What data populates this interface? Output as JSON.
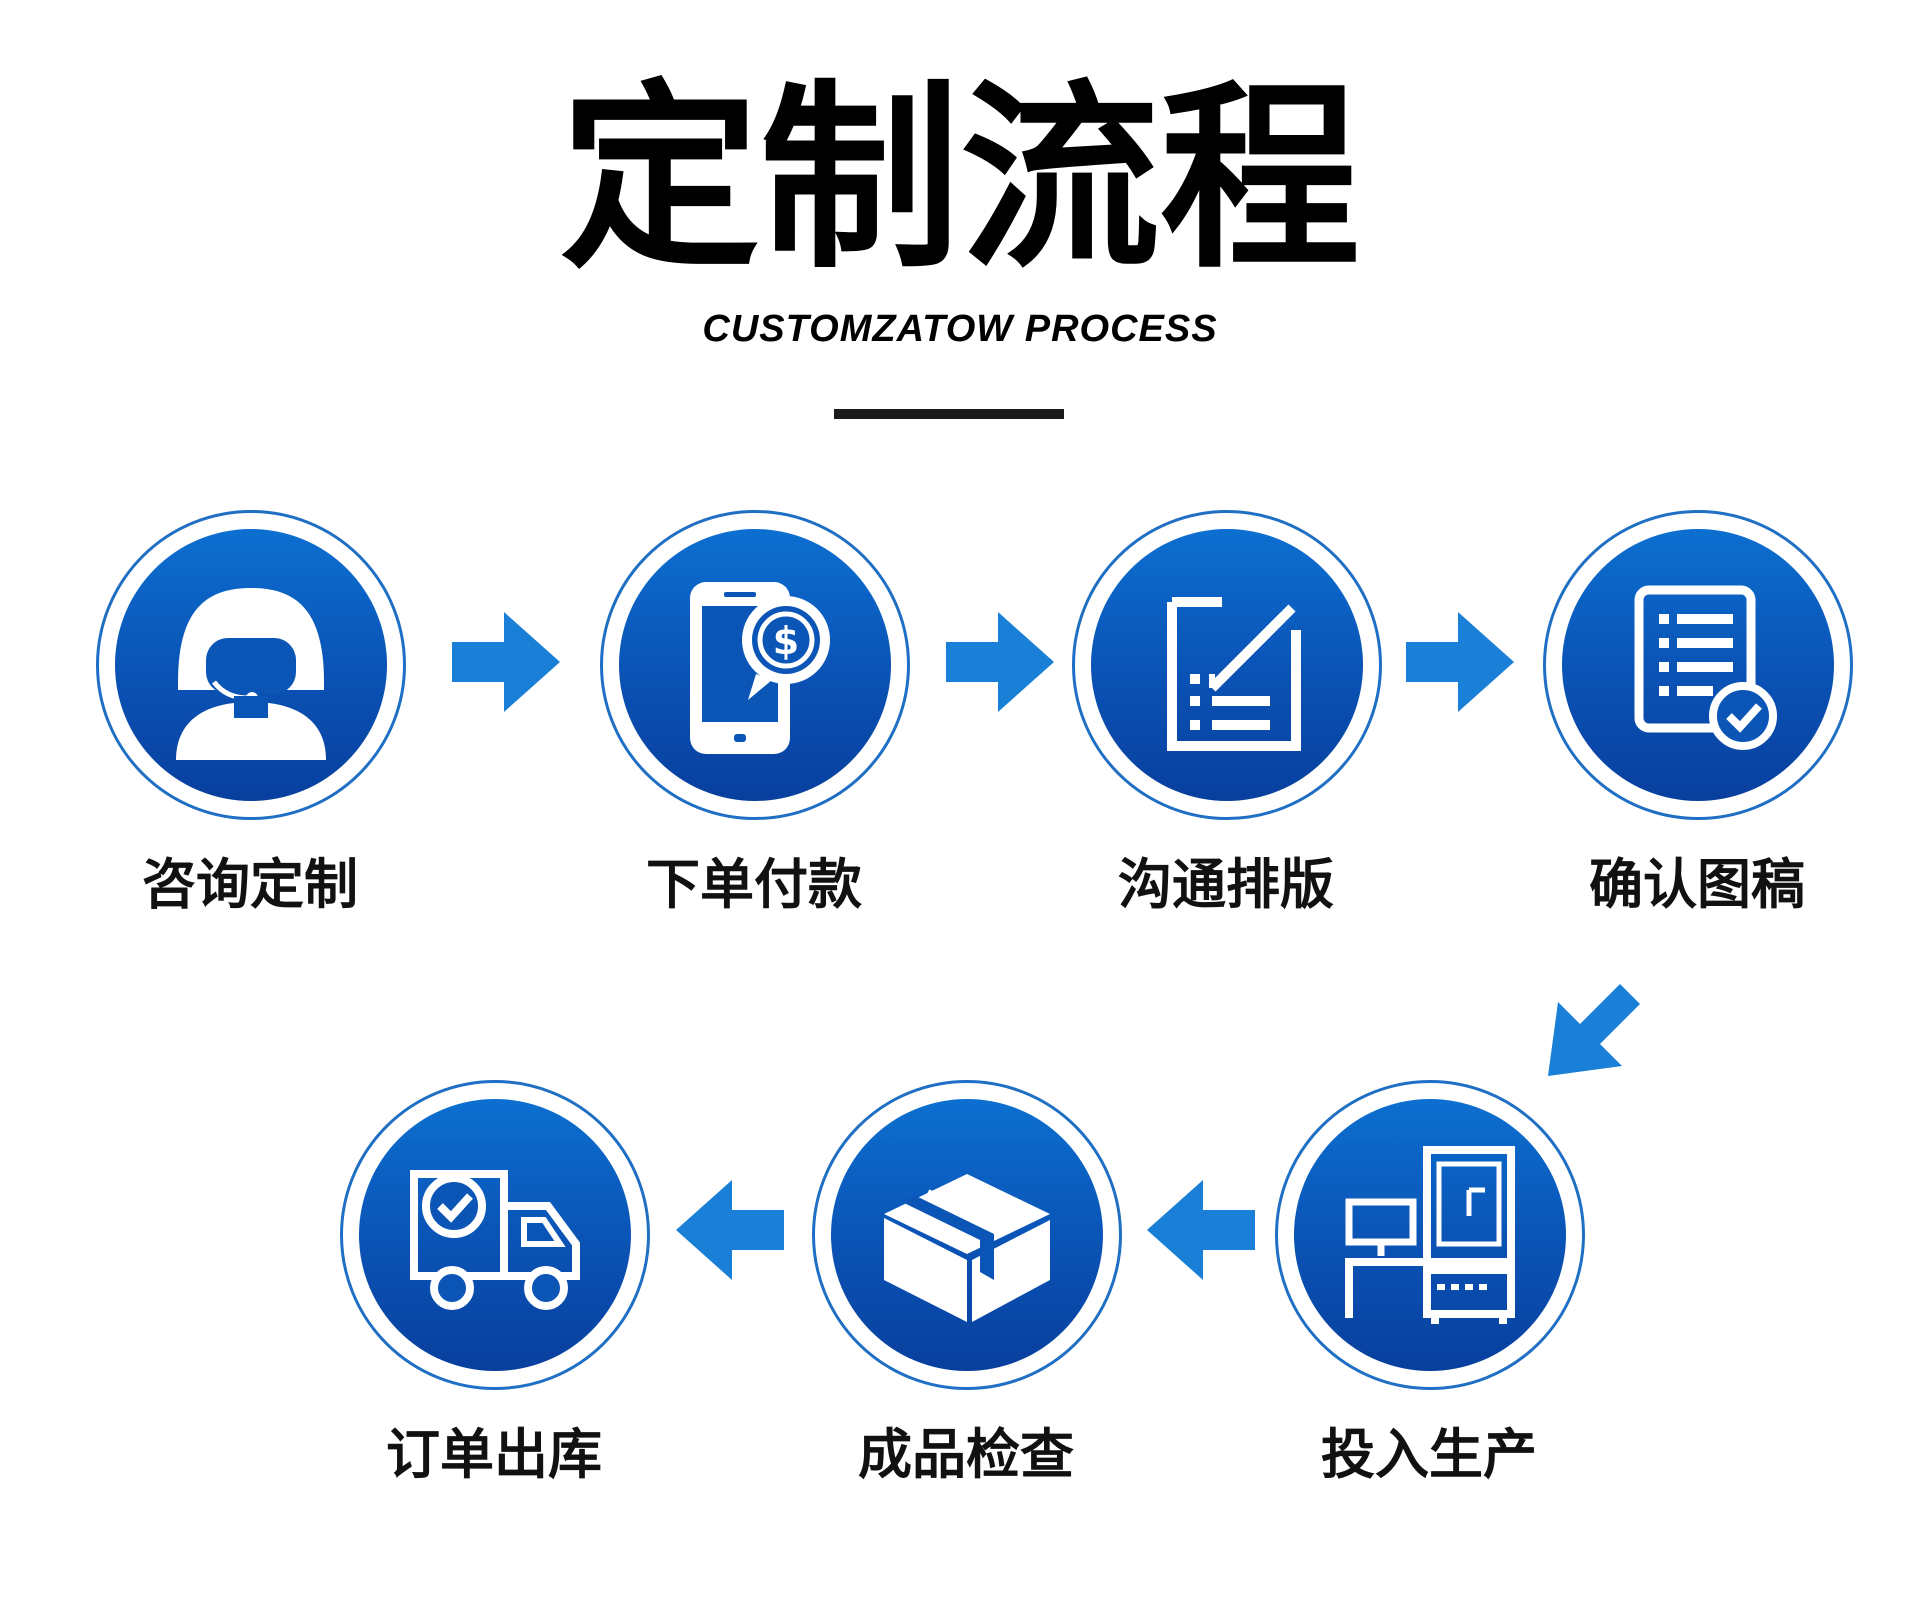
{
  "header": {
    "title": "定制流程",
    "subtitle": "CUSTOMZATOW PROCESS"
  },
  "steps": [
    {
      "label": "咨询定制",
      "icon": "customer-service-icon"
    },
    {
      "label": "下单付款",
      "icon": "phone-payment-icon"
    },
    {
      "label": "沟通排版",
      "icon": "layout-edit-icon"
    },
    {
      "label": "确认图稿",
      "icon": "document-check-icon"
    },
    {
      "label": "投入生产",
      "icon": "production-machine-icon"
    },
    {
      "label": "成品检查",
      "icon": "package-box-icon"
    },
    {
      "label": "订单出库",
      "icon": "delivery-truck-icon"
    }
  ],
  "colors": {
    "circle_top": "#0c6fd0",
    "circle_bottom": "#083f9e",
    "arrow": "#1a7fd6"
  }
}
